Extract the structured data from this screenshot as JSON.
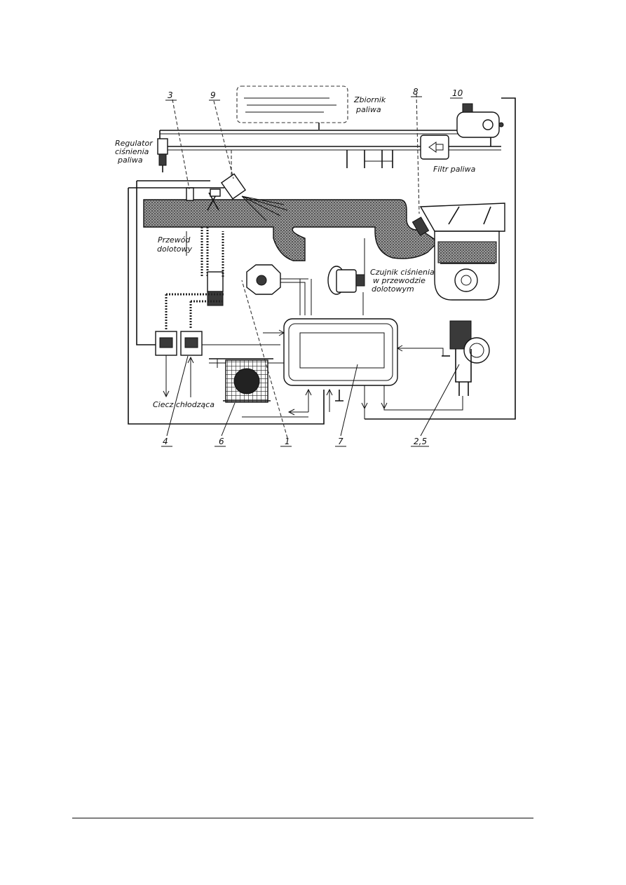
{
  "labels": {
    "fuel_tank": [
      "Zbiornik",
      "paliwa"
    ],
    "fuel_pressure_regulator": [
      "Regulator",
      "ciśnienia",
      "paliwa"
    ],
    "fuel_filter": [
      "Filtr paliwa"
    ],
    "intake_duct": [
      "Przewód",
      "dolotowy"
    ],
    "intake_pressure_sensor": [
      "Czujnik ciśnienia",
      "w przewodzie",
      "dolotowym"
    ],
    "coolant": [
      "Ciecz chłodząca"
    ]
  },
  "numbers": {
    "n3": "3",
    "n9": "9",
    "n8_top": "8",
    "n10": "10",
    "n4": "4",
    "n6": "6",
    "n1": "1",
    "n7": "7",
    "n25": "2,5"
  }
}
